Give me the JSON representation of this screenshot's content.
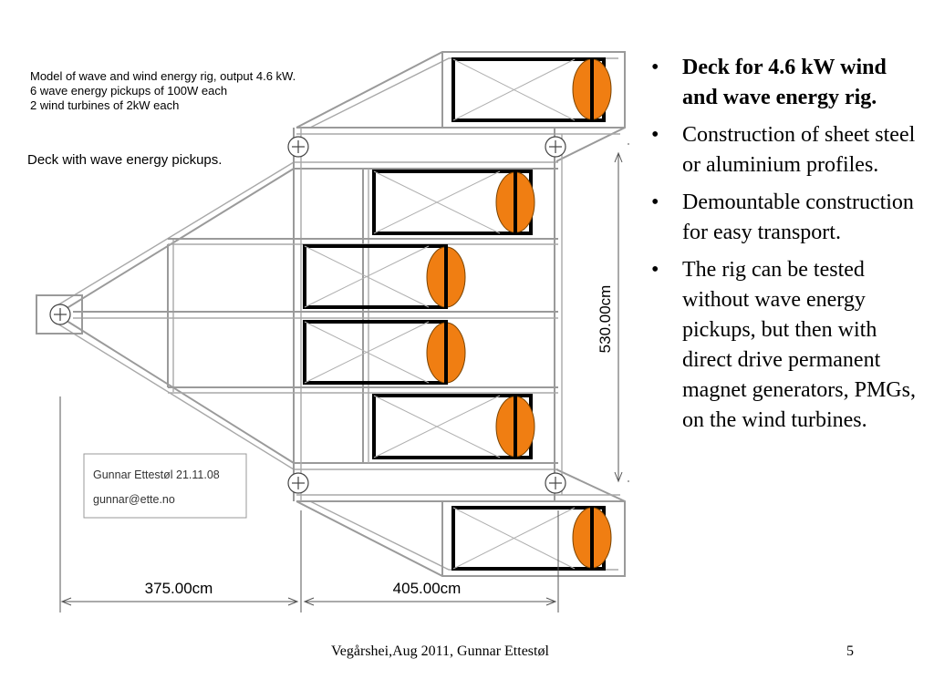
{
  "diagram": {
    "title_lines": [
      "Model of wave and wind energy rig, output 4.6 kW.",
      "6 wave energy pickups of 100W each",
      "2 wind turbines of 2kW each"
    ],
    "subtitle": "Deck with wave energy pickups.",
    "author_box": {
      "name_date": "Gunnar Ettestøl 21.11.08",
      "email": "gunnar@ette.no"
    },
    "dimensions": {
      "height": "530.00cm",
      "width_left": "375.00cm",
      "width_right": "405.00cm"
    },
    "colors": {
      "pickup": "#f07e12",
      "frame": "#9a9a9a",
      "outline": "#000000"
    }
  },
  "bullets": [
    "Deck for 4.6 kW wind and wave energy rig.",
    "Construction of sheet steel or aluminium profiles.",
    "Demountable construction for easy transport.",
    "The rig can be tested without wave energy pickups, but then with direct drive permanent magnet generators, PMGs, on the wind turbines."
  ],
  "bullet_symbol": "•",
  "footer": {
    "text": "Vegårshei,Aug 2011, Gunnar Ettestøl",
    "page_number": "5"
  }
}
